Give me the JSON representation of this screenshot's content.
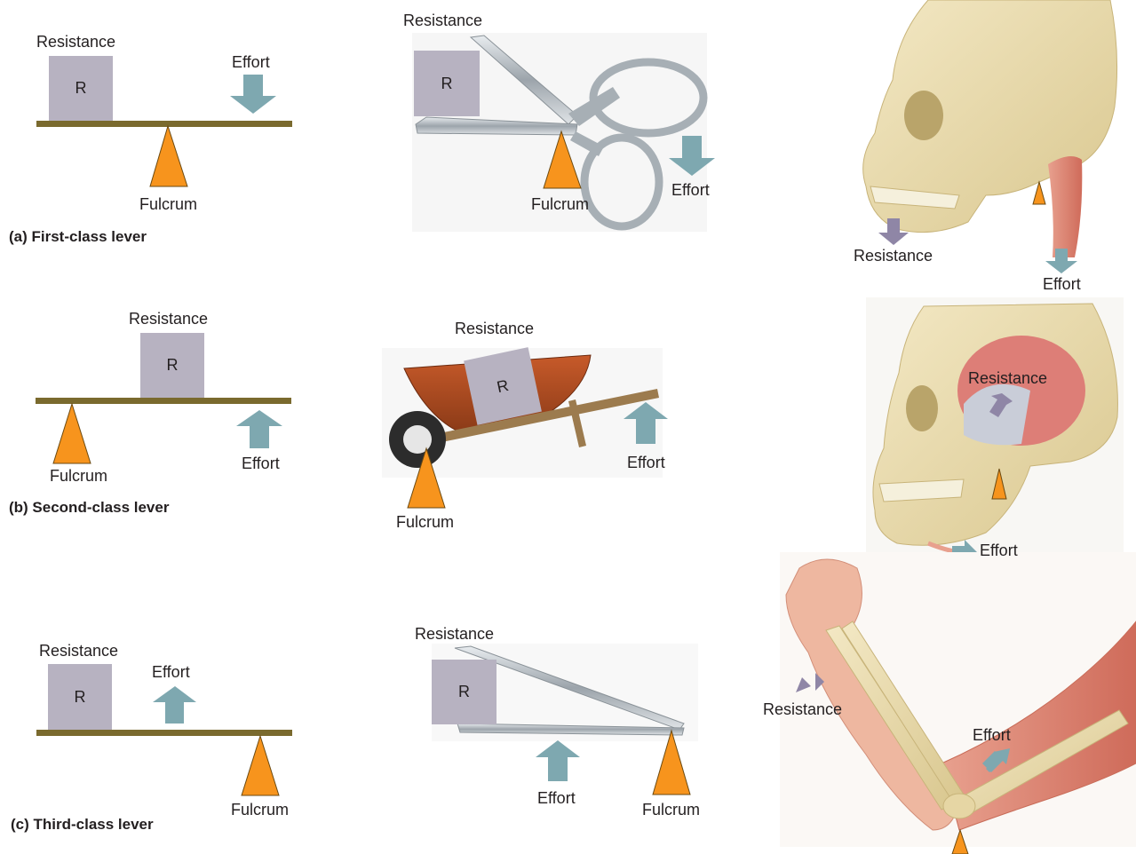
{
  "labels": {
    "resistance": "Resistance",
    "effort": "Effort",
    "fulcrum": "Fulcrum",
    "r": "R"
  },
  "captions": {
    "first": "(a) First-class lever",
    "second": "(b) Second-class lever",
    "third": "(c) Third-class lever"
  },
  "colors": {
    "lever_bar": "#7a6a2e",
    "fulcrum": "#f7941d",
    "effort_arrow": "#7ea8b0",
    "resistance_arrow": "#8f86a6",
    "resistance_box": "#b7b2c1"
  }
}
